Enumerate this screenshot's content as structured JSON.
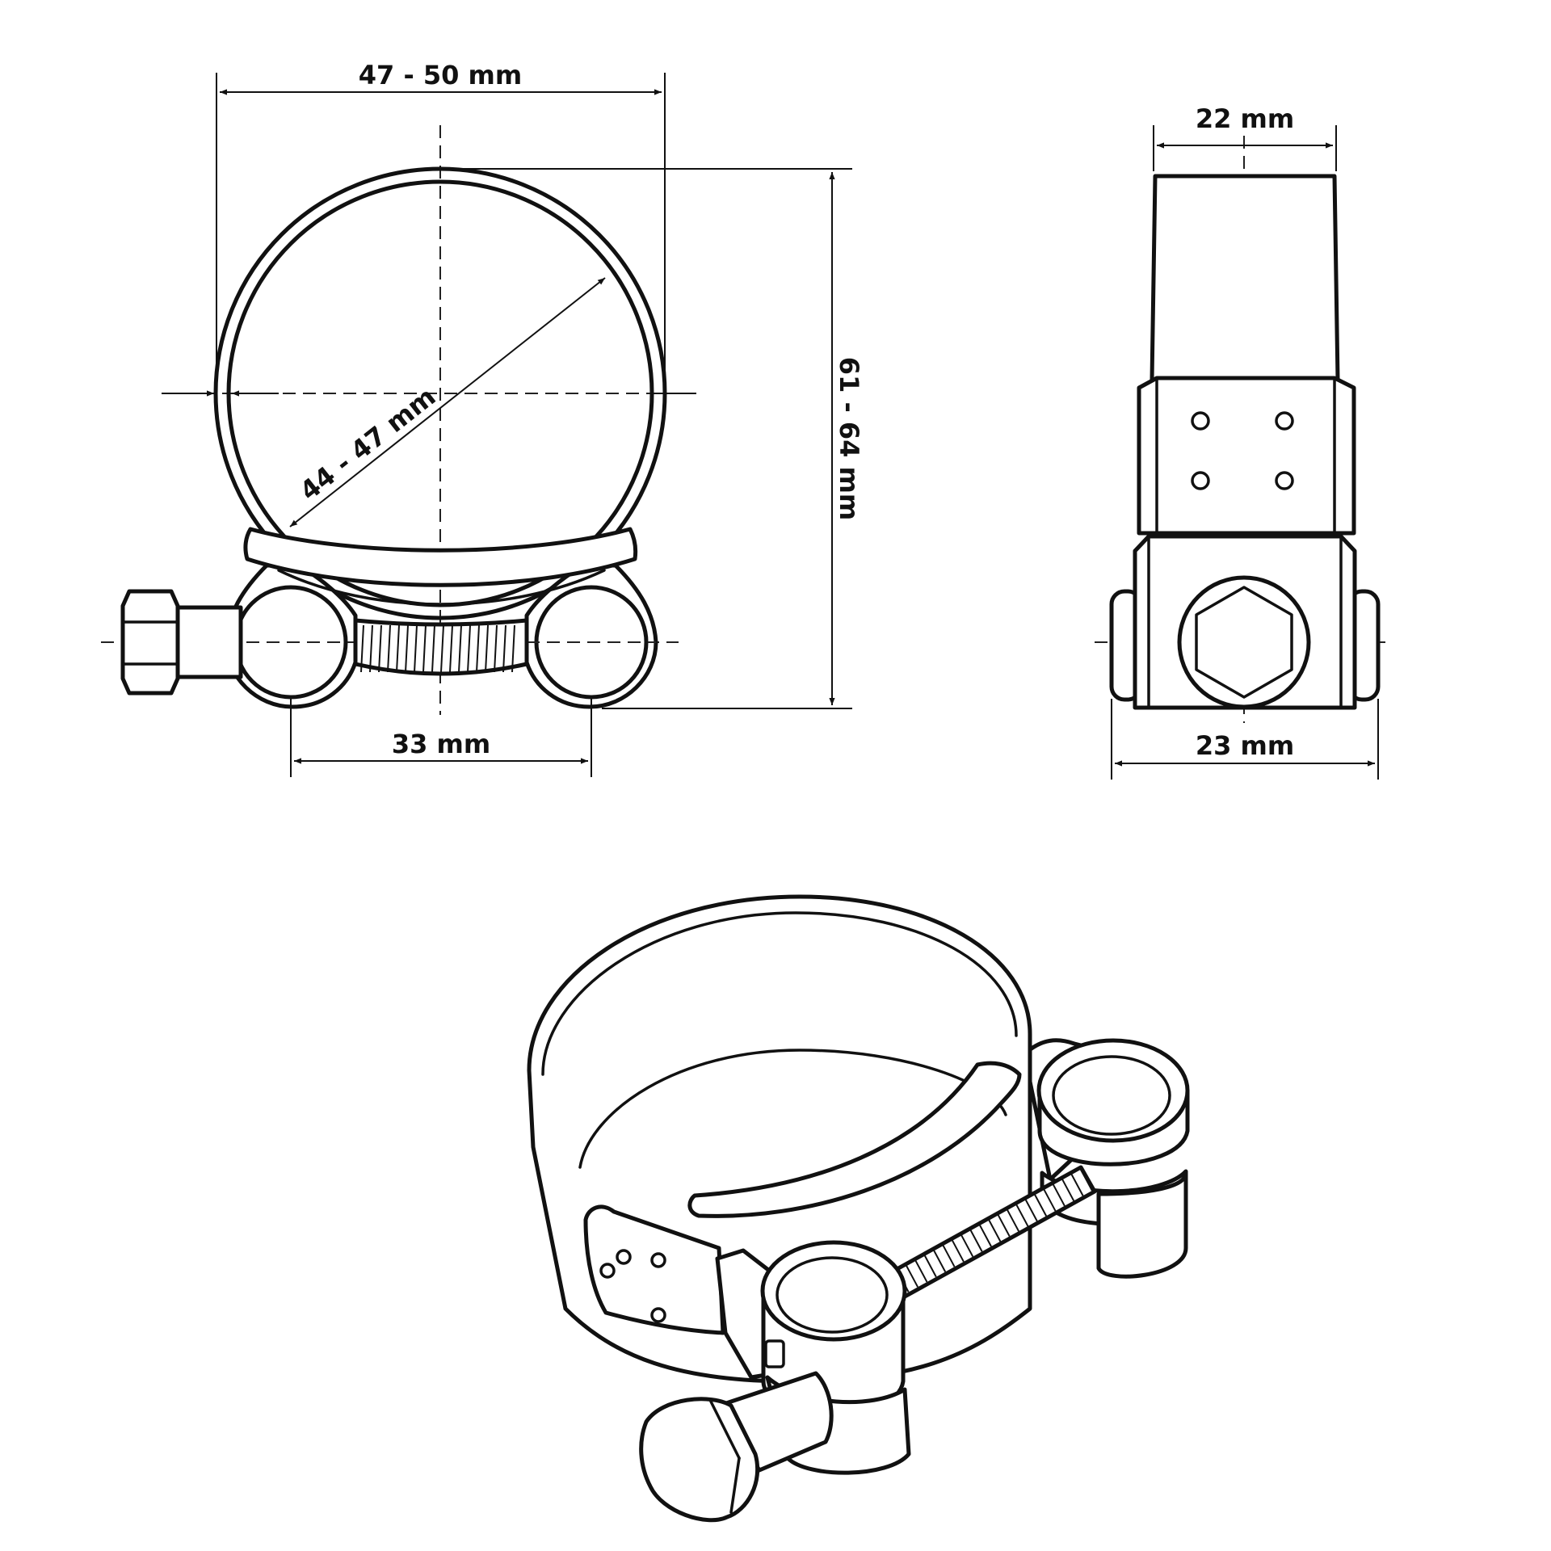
{
  "colors": {
    "line": "#111111",
    "background": "#ffffff"
  },
  "dimensions": {
    "outer_width": "47 - 50 mm",
    "inner_diameter": "44 - 47 mm",
    "overall_height": "61 - 64 mm",
    "bolt_spacing": "33 mm",
    "band_width": "22 mm",
    "body_width": "23 mm"
  }
}
